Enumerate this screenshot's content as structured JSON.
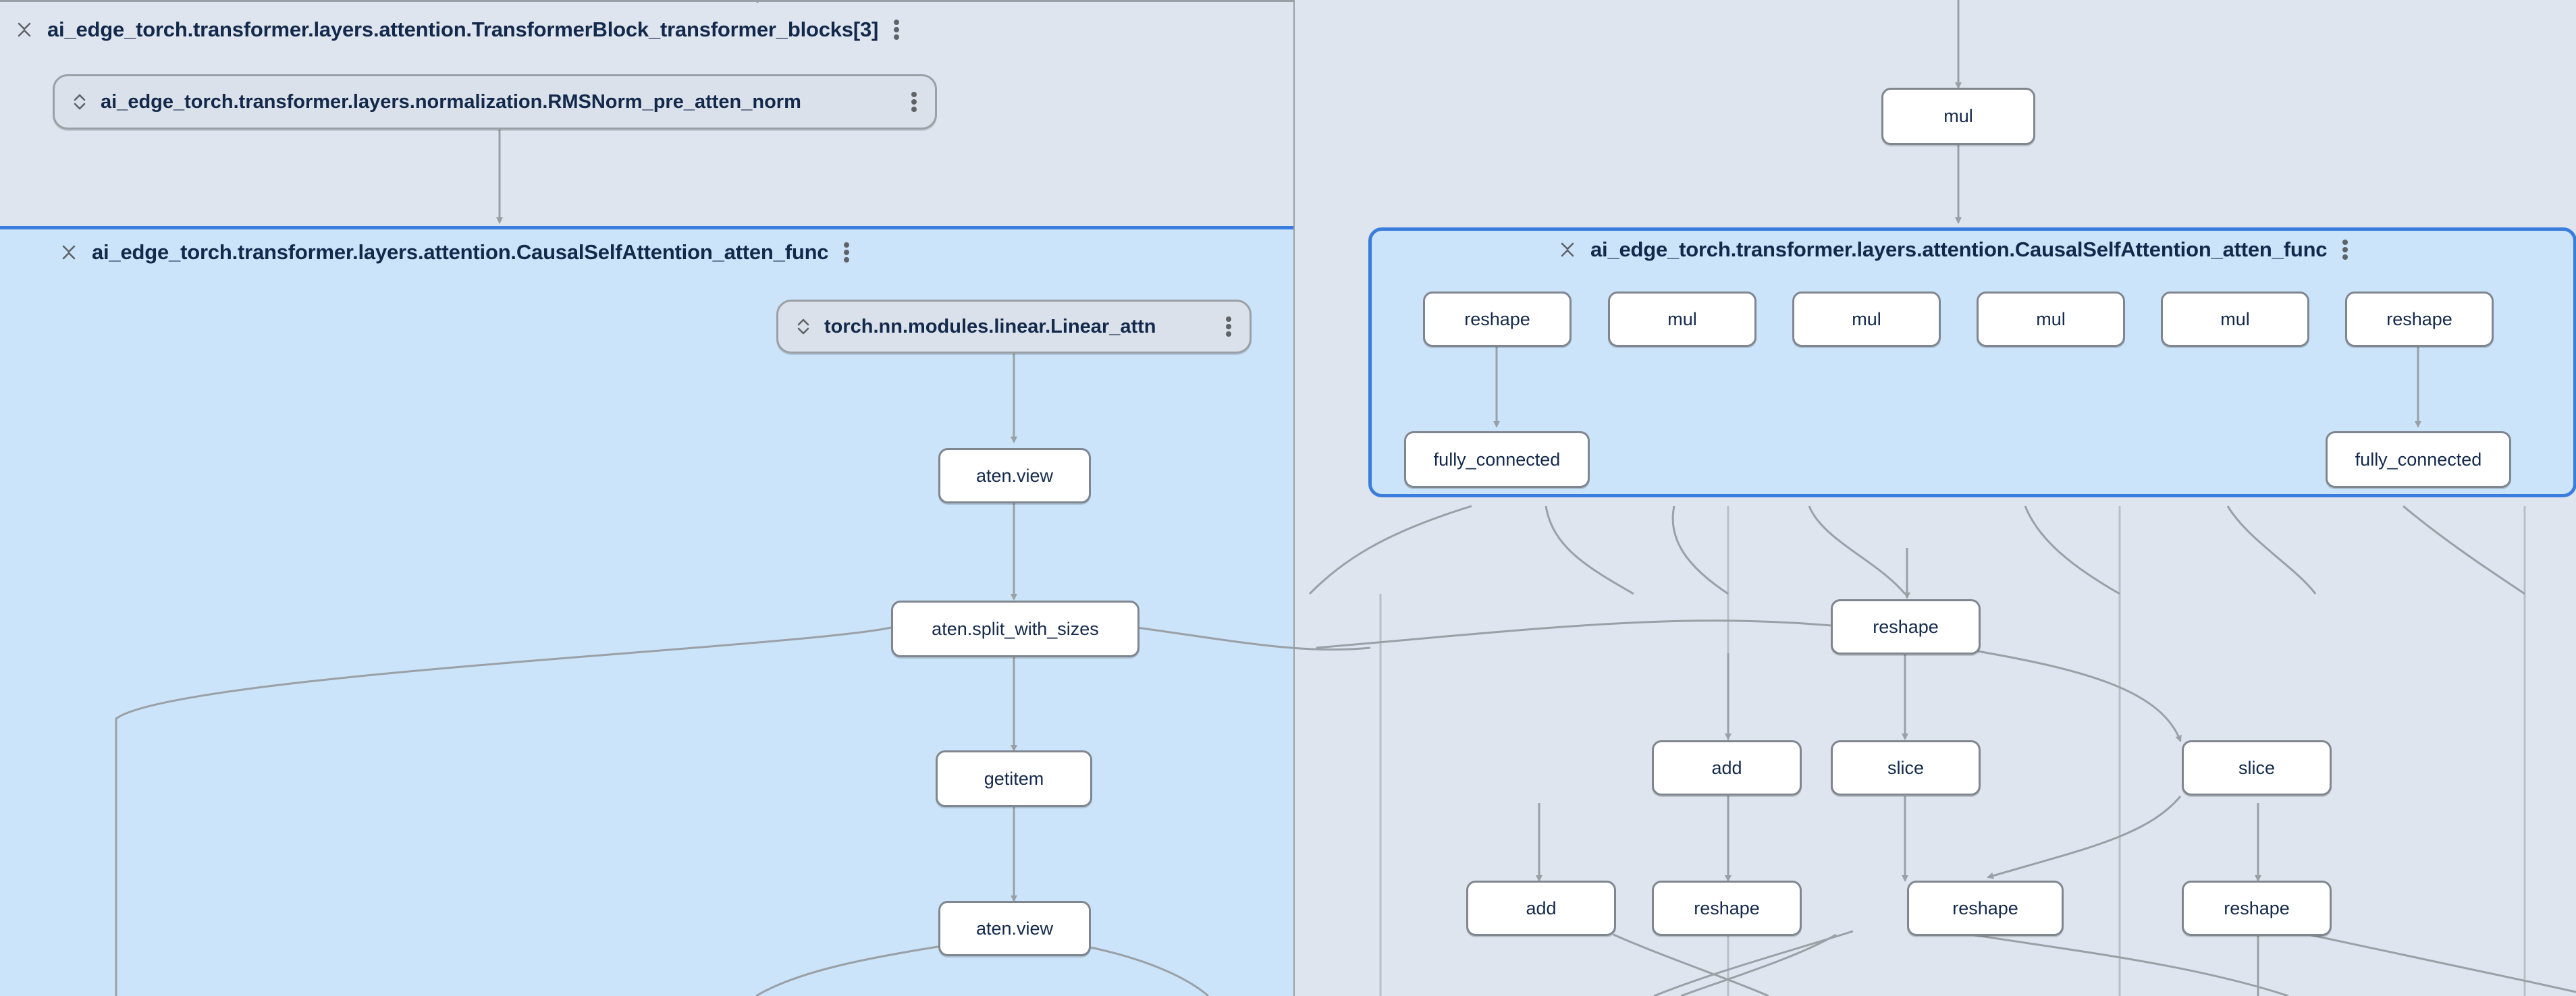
{
  "graph": {
    "tool": "model-graph-explorer",
    "colors": {
      "canvas_background": "#dfe5ee",
      "group_background": "#dfe5ee",
      "selected_group_background": "#cbe4f9",
      "selection_border": "#3b7ddd",
      "node_fill": "#ffffff",
      "node_border": "#808690",
      "module_fill": "#dbe1ea",
      "text": "#13294b",
      "edge": "#9aa0a6"
    },
    "groups": [
      {
        "id": "transformer_block",
        "label": "ai_edge_torch.transformer.layers.attention.TransformerBlock_transformer_blocks[3]",
        "expand_icon": "collapse-chevrons-icon",
        "menu_icon": "kebab-menu-icon",
        "selected": false
      },
      {
        "id": "causal_self_attention_left",
        "label": "ai_edge_torch.transformer.layers.attention.CausalSelfAttention_atten_func",
        "expand_icon": "collapse-chevrons-icon",
        "menu_icon": "kebab-menu-icon",
        "selected": true
      },
      {
        "id": "causal_self_attention_right",
        "label": "ai_edge_torch.transformer.layers.attention.CausalSelfAttention_atten_func",
        "expand_icon": "collapse-chevrons-icon",
        "menu_icon": "kebab-menu-icon",
        "selected": true
      }
    ],
    "module_nodes": [
      {
        "id": "rmsnorm",
        "label": "ai_edge_torch.transformer.layers.normalization.RMSNorm_pre_atten_norm",
        "expand_icon": "expand-chevrons-icon",
        "menu_icon": "kebab-menu-icon"
      },
      {
        "id": "linear_attn",
        "label": "torch.nn.modules.linear.Linear_attn",
        "expand_icon": "expand-chevrons-icon",
        "menu_icon": "kebab-menu-icon"
      }
    ],
    "op_nodes": [
      {
        "id": "op_mul_top",
        "label": "mul"
      },
      {
        "id": "op_reshape_r1",
        "label": "reshape"
      },
      {
        "id": "op_mul_r1",
        "label": "mul"
      },
      {
        "id": "op_mul_r2",
        "label": "mul"
      },
      {
        "id": "op_mul_r3",
        "label": "mul"
      },
      {
        "id": "op_mul_r4",
        "label": "mul"
      },
      {
        "id": "op_reshape_r2",
        "label": "reshape"
      },
      {
        "id": "op_fc_left",
        "label": "fully_connected"
      },
      {
        "id": "op_fc_right",
        "label": "fully_connected"
      },
      {
        "id": "op_aten_view_1",
        "label": "aten.view"
      },
      {
        "id": "op_split",
        "label": "aten.split_with_sizes"
      },
      {
        "id": "op_getitem",
        "label": "getitem"
      },
      {
        "id": "op_aten_view_2",
        "label": "aten.view"
      },
      {
        "id": "op_reshape_mid",
        "label": "reshape"
      },
      {
        "id": "op_add_1",
        "label": "add"
      },
      {
        "id": "op_slice_1",
        "label": "slice"
      },
      {
        "id": "op_slice_2",
        "label": "slice"
      },
      {
        "id": "op_add_2",
        "label": "add"
      },
      {
        "id": "op_reshape_b1",
        "label": "reshape"
      },
      {
        "id": "op_reshape_b2",
        "label": "reshape"
      },
      {
        "id": "op_reshape_b3",
        "label": "reshape"
      }
    ]
  }
}
